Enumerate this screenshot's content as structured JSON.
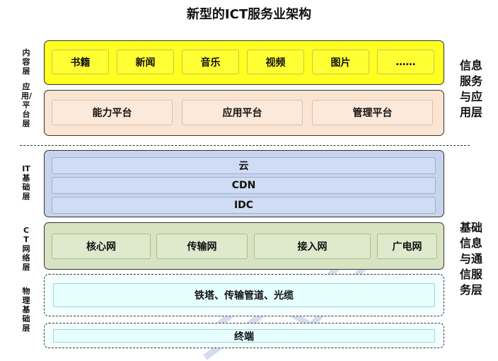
{
  "title": "新型的ICT服务业架构",
  "left_labels": {
    "content": "内容层",
    "platform": "应用/平台层",
    "it": "IT基础层",
    "ct": "CT网络层",
    "physical": "物理基础层"
  },
  "right_labels": {
    "upper": [
      "信息",
      "服务",
      "与应",
      "用层"
    ],
    "lower": [
      "基础",
      "信息",
      "与通",
      "信服",
      "务层"
    ]
  },
  "content_layer": [
    "书籍",
    "新闻",
    "音乐",
    "视频",
    "图片",
    "……"
  ],
  "platform_layer": [
    "能力平台",
    "应用平台",
    "管理平台"
  ],
  "it_layer": [
    "云",
    "CDN",
    "IDC"
  ],
  "ct_layer": [
    "核心网",
    "传输网",
    "接入网",
    "广电网"
  ],
  "physical_layer": [
    "铁塔、传输管道、光缆",
    "终端"
  ],
  "colors": {
    "content": "#ffff22",
    "platform": "#fce4d2",
    "it": "#c7d4ec",
    "ct": "#d7e3c1",
    "physical": "#e6ffff"
  }
}
